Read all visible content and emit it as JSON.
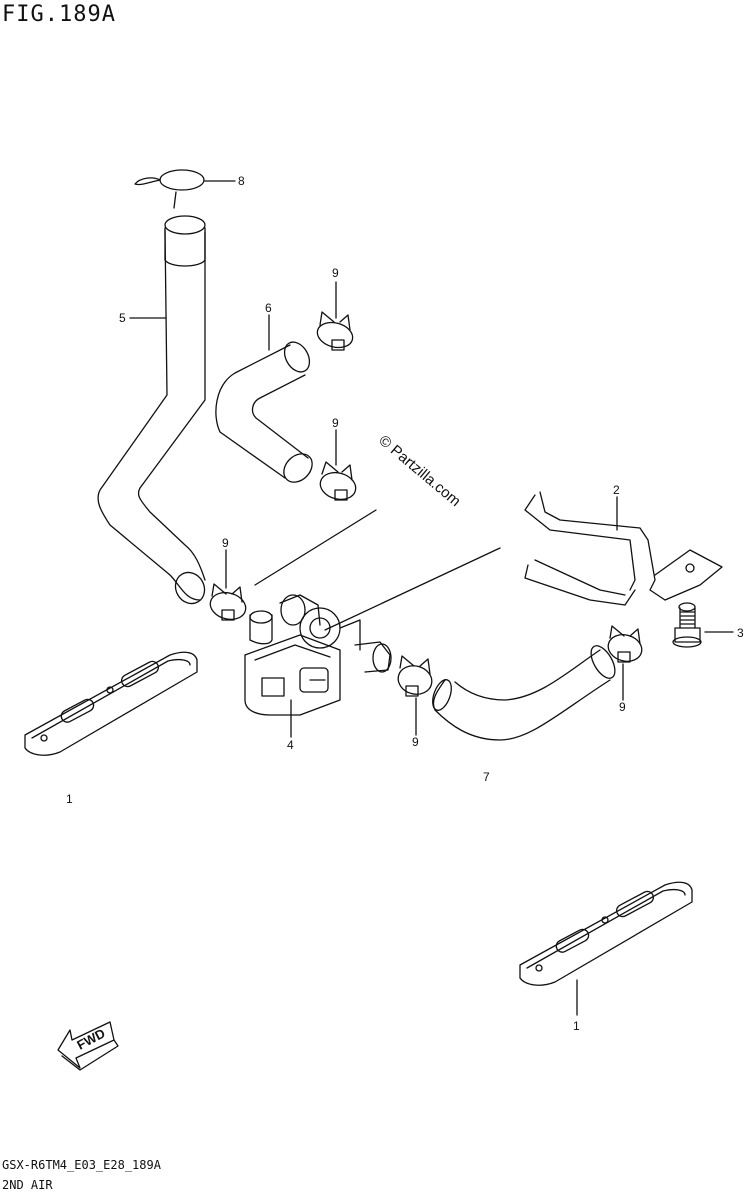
{
  "header": {
    "figure_title": "FIG.189A"
  },
  "watermark": "© Partzilla.com",
  "footer": {
    "model_code": "GSX-R6TM4_E03_E28_189A",
    "section_name": "2ND AIR"
  },
  "callouts": {
    "bracket": "1",
    "bracket_left": "1",
    "bracket_2": "2",
    "bolt": "3",
    "valve": "4",
    "hose_5": "5",
    "hose_6": "6",
    "hose_7": "7",
    "clip_8": "8",
    "clamp_a": "9",
    "clamp_b": "9",
    "clamp_c": "9",
    "clamp_d": "9",
    "clamp_e": "9"
  },
  "direction_arrow": {
    "label": "FWD"
  }
}
